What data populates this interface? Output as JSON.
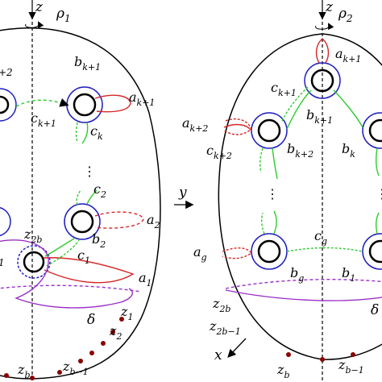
{
  "left_surface": {
    "axis_label": "z",
    "rotation_label": "ρ",
    "rotation_sub": "1",
    "curves": {
      "a_k1": {
        "base": "a",
        "sub": "k+1"
      },
      "b_k1": {
        "base": "b",
        "sub": "k+1"
      },
      "c_k1": {
        "base": "c",
        "sub": "k+1"
      },
      "c_k": {
        "base": "c",
        "sub": "k"
      },
      "partial_k2": {
        "base": "",
        "sub": "+2"
      },
      "c_2": {
        "base": "c",
        "sub": "2"
      },
      "a_2": {
        "base": "a",
        "sub": "2"
      },
      "b_2": {
        "base": "b",
        "sub": "2"
      },
      "z_2b": {
        "base": "z",
        "sub": "2b"
      },
      "c_1": {
        "base": "c",
        "sub": "1"
      },
      "a_1": {
        "base": "a",
        "sub": "1"
      },
      "partial_1": {
        "base": "",
        "sub": "1"
      },
      "delta": {
        "base": "δ",
        "sub": ""
      },
      "z_1": {
        "base": "z",
        "sub": "1"
      },
      "z_2": {
        "base": "z",
        "sub": "2"
      },
      "z_b1": {
        "base": "z",
        "sub": "b−1"
      },
      "z_b": {
        "base": "z",
        "sub": "b"
      }
    }
  },
  "arrow_map": {
    "label": "y"
  },
  "right_surface": {
    "axis_label": "z",
    "rotation_label": "ρ",
    "rotation_sub": "2",
    "x_axis_label": "x",
    "curves": {
      "a_k1": {
        "base": "a",
        "sub": "k+1"
      },
      "c_k1": {
        "base": "c",
        "sub": "k+1"
      },
      "b_k1": {
        "base": "b",
        "sub": "k+1"
      },
      "a_k2": {
        "base": "a",
        "sub": "k+2"
      },
      "c_k2": {
        "base": "c",
        "sub": "k+2"
      },
      "b_k2": {
        "base": "b",
        "sub": "k+2"
      },
      "b_k": {
        "base": "b",
        "sub": "k"
      },
      "a_g": {
        "base": "a",
        "sub": "g"
      },
      "c_g": {
        "base": "c",
        "sub": "g"
      },
      "b_g": {
        "base": "b",
        "sub": "g"
      },
      "b_1": {
        "base": "b",
        "sub": "1"
      },
      "z_2b": {
        "base": "z",
        "sub": "2b"
      },
      "z_2b1": {
        "base": "z",
        "sub": "2b−1"
      },
      "delta": {
        "base": "δ",
        "sub": ""
      },
      "z_b1": {
        "base": "z",
        "sub": "b−1"
      },
      "z_b": {
        "base": "z",
        "sub": "b"
      }
    }
  },
  "colors": {
    "a_curves": "#d62728",
    "b_curves": "#1f1fbf",
    "c_curves": "#2ecc2e",
    "delta_curve": "#9b30c8",
    "punctures": "#8b0000",
    "ink": "#000000"
  }
}
